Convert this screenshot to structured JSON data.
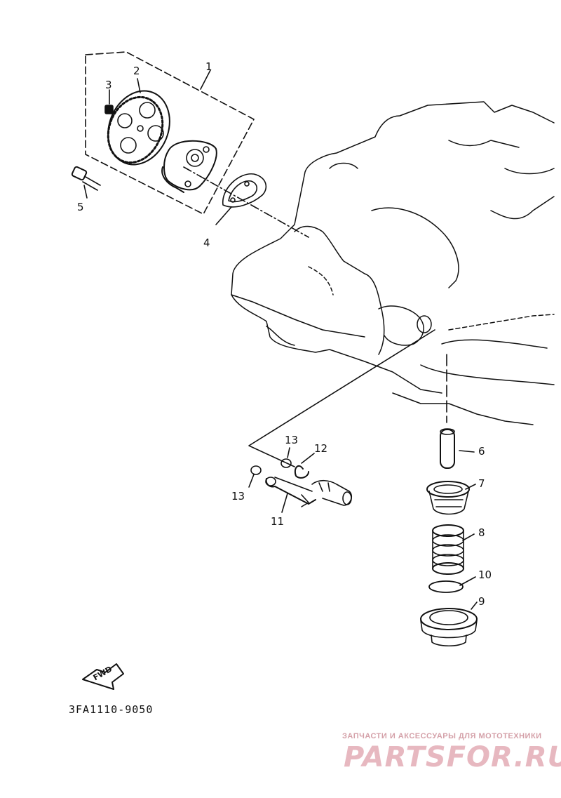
{
  "diagram": {
    "callouts": {
      "c1": "1",
      "c2": "2",
      "c3": "3",
      "c4": "4",
      "c5": "5",
      "c6": "6",
      "c7": "7",
      "c8": "8",
      "c9": "9",
      "c10": "10",
      "c11": "11",
      "c12": "12",
      "c13a": "13",
      "c13b": "13"
    },
    "fwd_label": "FWD",
    "drawing_code": "3FA1110-9050"
  },
  "watermark": {
    "tagline": "ЗАПЧАСТИ И АКСЕССУАРЫ ДЛЯ МОТОТЕХНИКИ",
    "logo": "PARTSFOR.RU"
  },
  "colors": {
    "ink": "#111111",
    "watermark": "#e7b8c0"
  }
}
